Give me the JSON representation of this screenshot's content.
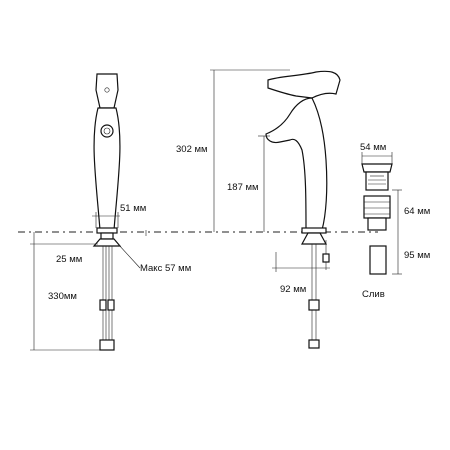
{
  "labels": {
    "height_total": "302 мм",
    "height_spout": "187 мм",
    "width_base": "51 мм",
    "depth_25": "25 мм",
    "max_57": "Макс 57 мм",
    "hose_length": "330мм",
    "reach": "92 мм",
    "drain_width": "54 мм",
    "drain_64": "64 мм",
    "drain_95": "95 мм",
    "drain_caption": "Слив"
  },
  "colors": {
    "line": "#111111",
    "background": "#ffffff"
  }
}
